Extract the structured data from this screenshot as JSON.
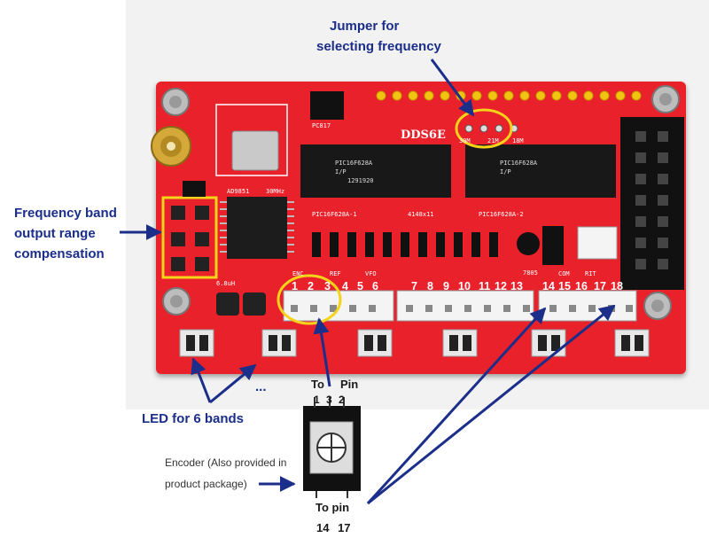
{
  "annotations": {
    "jumper_title_line1": "Jumper for",
    "jumper_title_line2": "selecting frequency",
    "freq_band_line1": "Frequency band",
    "freq_band_line2": "output range",
    "freq_band_line3": "compensation",
    "led_label": "LED for 6 bands",
    "led_ellipsis": "...",
    "to_pin_top": "To",
    "to_pin_top_pin": "Pin",
    "to_pin_top_numbers": "1 3 2",
    "to_pin_bottom": "To pin",
    "to_pin_bottom_numbers": "14 17",
    "encoder_line1": "Encoder (Also provided in",
    "encoder_line2": "product package)"
  },
  "board": {
    "title": "DDS6E",
    "chip1": "PIC16F628A",
    "chip1_sub": "I/P",
    "chip1_code": "1291920",
    "chip2": "PIC16F628A",
    "chip2_sub": "I/P",
    "label_pc817": "PC817",
    "label_ad9851": "AD9851",
    "label_30mhz": "30MHz",
    "label_pic1": "PIC16F628A-1",
    "label_4148": "4148x11",
    "label_pic2": "PIC16F628A-2",
    "label_inductor": "6.8uH",
    "label_7805": "7805",
    "jumper_labels": [
      "30M",
      "21M",
      "18M"
    ],
    "connector_labels": [
      "ENC",
      "REF",
      "VFO",
      "RIT",
      "COM"
    ],
    "pins_group1": [
      "1",
      "2",
      "3",
      "4",
      "5",
      "6"
    ],
    "pins_group2": [
      "7",
      "8",
      "9",
      "10",
      "11",
      "12",
      "13"
    ],
    "pins_group3": [
      "14",
      "15",
      "16",
      "17",
      "18"
    ]
  },
  "colors": {
    "pcb": "#e8212b",
    "callout_yellow": "#f5d31a",
    "arrow_blue": "#1a2e8a"
  }
}
